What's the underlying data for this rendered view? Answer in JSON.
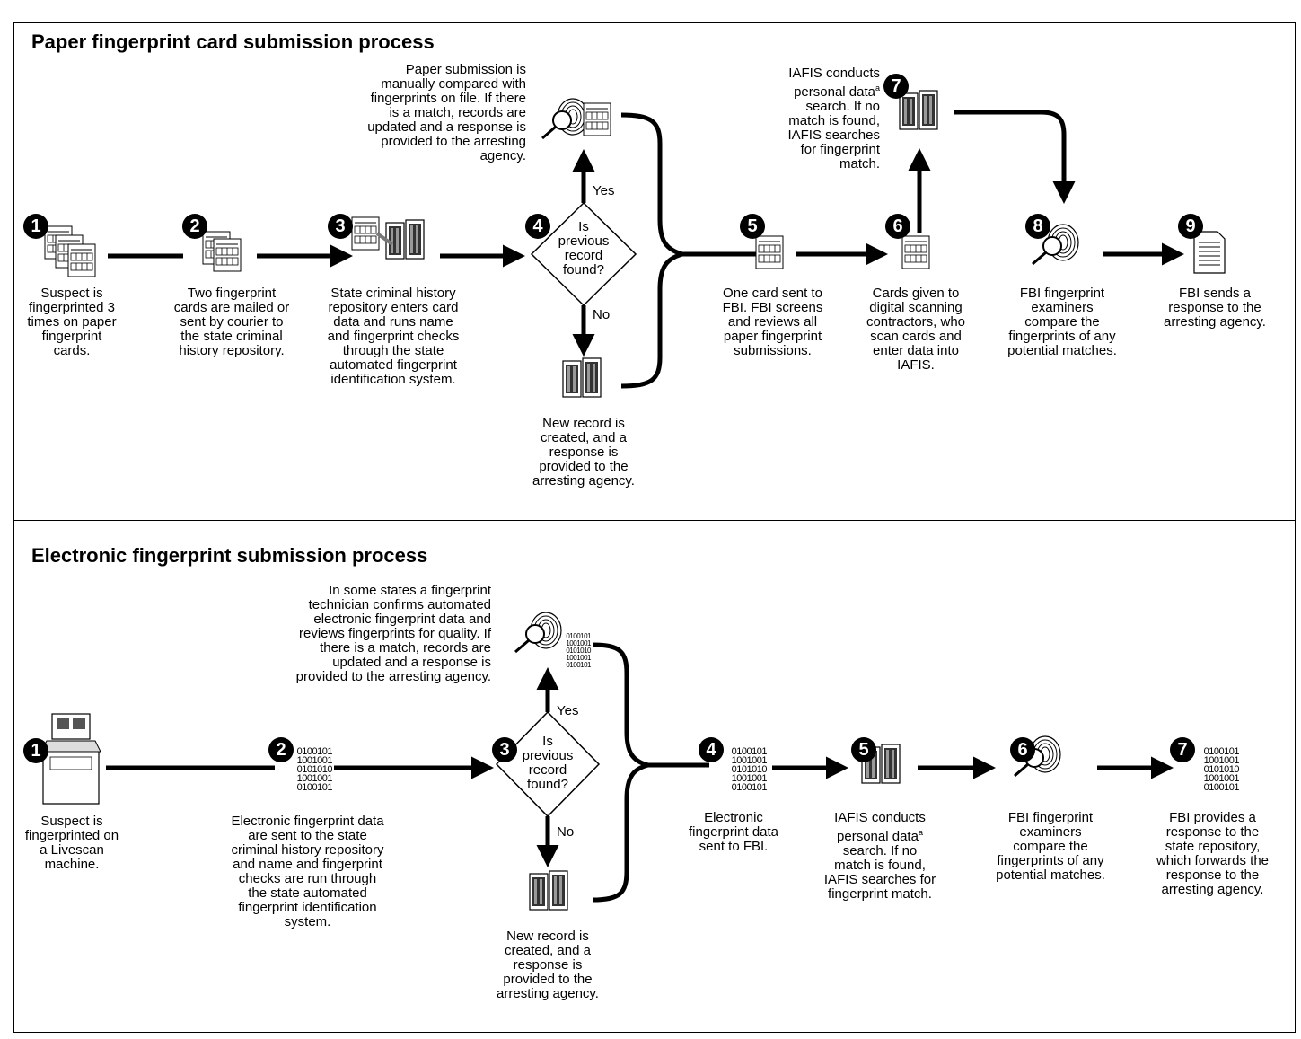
{
  "paper": {
    "title": "Paper fingerprint card submission process",
    "steps": [
      {
        "num": "1",
        "text": "Suspect is\nfingerprinted 3\ntimes on paper\nfingerprint\ncards."
      },
      {
        "num": "2",
        "text": "Two fingerprint\ncards are mailed or\nsent by courier to\nthe state criminal\nhistory repository."
      },
      {
        "num": "3",
        "text": "State criminal history\nrepository enters card\ndata and runs name\nand fingerprint checks\nthrough the state\nautomated fingerprint\nidentification system."
      },
      {
        "num": "4",
        "text": "Is\nprevious\nrecord\nfound?"
      },
      {
        "num": "5",
        "text": "One card sent to\nFBI.  FBI screens\nand reviews all\npaper fingerprint\nsubmissions."
      },
      {
        "num": "6",
        "text": "Cards given to\ndigital scanning\ncontractors, who\nscan cards and\nenter data into\nIAFIS."
      },
      {
        "num": "7",
        "text_pre": "IAFIS conducts\npersonal data",
        "sup": "a",
        "text_post": "\nsearch.  If no\nmatch is found,\nIAFIS searches\nfor fingerprint\nmatch."
      },
      {
        "num": "8",
        "text": "FBI fingerprint\nexaminers\ncompare the\nfingerprints of any\npotential matches."
      },
      {
        "num": "9",
        "text": "FBI sends a\nresponse to the\narresting agency."
      }
    ],
    "yes_label": "Yes",
    "no_label": "No",
    "yes_text": "Paper submission is\nmanually compared with\nfingerprints on file. If there\nis a match, records are\nupdated and a response is\nprovided to the arresting\nagency.",
    "no_text": "New record is\ncreated, and a\nresponse is\nprovided to the\narresting agency."
  },
  "electronic": {
    "title": "Electronic fingerprint submission process",
    "steps": [
      {
        "num": "1",
        "text": "Suspect is\nfingerprinted on\na Livescan\nmachine."
      },
      {
        "num": "2",
        "text": "Electronic fingerprint data\nare sent to the state\ncriminal history repository\nand name and fingerprint\nchecks are run through\nthe state automated\nfingerprint identification\nsystem."
      },
      {
        "num": "3",
        "text": "Is\nprevious\nrecord\nfound?"
      },
      {
        "num": "4",
        "text": "Electronic\nfingerprint data\nsent to FBI."
      },
      {
        "num": "5",
        "text_pre": "IAFIS conducts\npersonal data",
        "sup": "a",
        "text_post": "\nsearch.  If no\nmatch is found,\nIAFIS searches for\nfingerprint match."
      },
      {
        "num": "6",
        "text": "FBI fingerprint\nexaminers\ncompare the\nfingerprints of any\npotential matches."
      },
      {
        "num": "7",
        "text": "FBI provides a\nresponse to the\nstate repository,\nwhich forwards the\nresponse to the\narresting agency."
      }
    ],
    "yes_label": "Yes",
    "no_label": "No",
    "yes_text": "In some states a fingerprint\ntechnician confirms automated\nelectronic fingerprint data and\nreviews fingerprints for quality.  If\nthere is a match, records are\nupdated and a response is\nprovided to the arresting agency.",
    "no_text": "New record is\ncreated, and a\nresponse is\nprovided to the\narresting agency.",
    "binary_text": "0100101\n1001001\n0101010\n1001001\n0100101"
  }
}
